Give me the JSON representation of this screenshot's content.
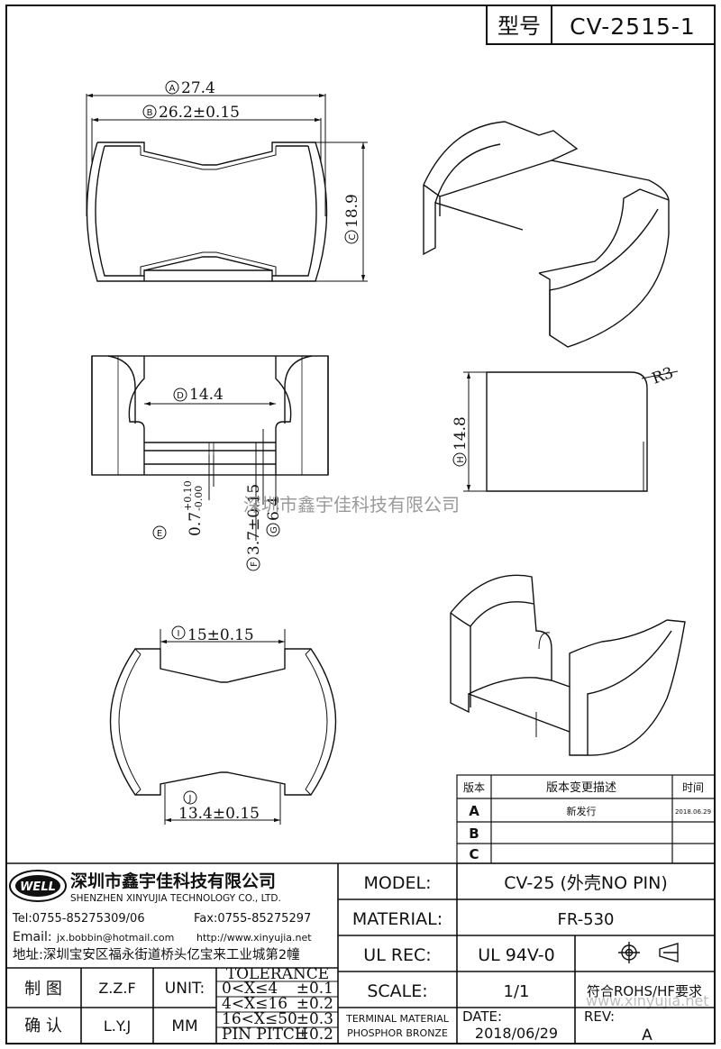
{
  "header": {
    "model_label": "型号",
    "model_value": "CV-2515-1"
  },
  "dimensions": {
    "A": {
      "marker": "A",
      "value": "27.4"
    },
    "B": {
      "marker": "B",
      "value": "26.2±0.15"
    },
    "C": {
      "marker": "C",
      "value": "18.9"
    },
    "D": {
      "marker": "D",
      "value": "14.4"
    },
    "E": {
      "marker": "E",
      "value": "0.7",
      "tol_upper": "+0.10",
      "tol_lower": "-0.00"
    },
    "F": {
      "marker": "F",
      "value": "3.7±0.15"
    },
    "G": {
      "marker": "G",
      "value": "6.4"
    },
    "H": {
      "marker": "H",
      "value": "14.8"
    },
    "R": {
      "value": "R3"
    },
    "I": {
      "marker": "I",
      "value": "15±0.15"
    },
    "J": {
      "marker": "J",
      "value": "13.4±0.15"
    }
  },
  "watermark": "深圳市鑫宇佳科技有限公司",
  "watermark_url": "www.xinyujia.net",
  "revision_table": {
    "headers": [
      "版本",
      "版本变更描述",
      "时间"
    ],
    "rows": [
      {
        "rev": "A",
        "desc": "新发行",
        "date": "2018.06.29"
      },
      {
        "rev": "B",
        "desc": "",
        "date": ""
      },
      {
        "rev": "C",
        "desc": "",
        "date": ""
      }
    ]
  },
  "company": {
    "logo_text": "WELL",
    "name_cn": "深圳市鑫宇佳科技有限公司",
    "name_en": "SHENZHEN XINYUJIA TECHNOLOGY CO., LTD.",
    "tel": "Tel:0755-85275309/06",
    "fax": "Fax:0755-85275297",
    "email_label": "Email:",
    "email": "jx.bobbin@hotmail.com",
    "web": "http://www.xinyujia.net",
    "address": "地址:深圳宝安区福永街道桥头亿宝来工业城第2幢"
  },
  "title_block": {
    "model_label": "MODEL:",
    "model_value": "CV-25 (外壳NO PIN)",
    "material_label": "MATERIAL:",
    "material_value": "FR-530",
    "ulrec_label": "UL REC:",
    "ulrec_value": "UL 94V-0",
    "scale_label": "SCALE:",
    "scale_value": "1/1",
    "compliance": "符合ROHS/HF要求",
    "terminal_label_1": "TERMINAL MATERIAL",
    "terminal_label_2": "PHOSPHOR BRONZE",
    "date_label": "DATE:",
    "date_value": "2018/06/29",
    "rev_label": "REV:",
    "rev_value": "A",
    "drawn_label": "制  图",
    "drawn_value": "Z.Z.F",
    "checked_label": "确  认",
    "checked_value": "L.Y.J",
    "unit_label": "UNIT:",
    "unit_value": "MM",
    "tolerance_title": "TOLERANCE",
    "tolerance_rows": [
      {
        "range": "0<X≤4",
        "tol": "±0.1"
      },
      {
        "range": "4<X≤16",
        "tol": "±0.2"
      },
      {
        "range": "16<X≤50",
        "tol": "±0.3"
      },
      {
        "range": "PIN PITCH",
        "tol": "±0.2"
      }
    ]
  }
}
